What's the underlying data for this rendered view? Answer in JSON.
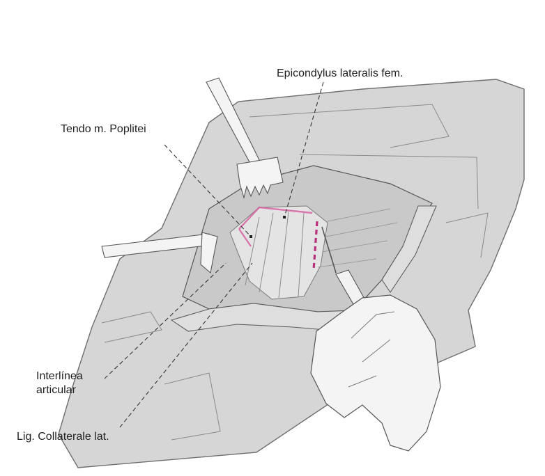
{
  "labels": {
    "epicondylus": "Epicondylus lateralis fem.",
    "tendo": "Tendo m. Poplitei",
    "interlinea_line1": "Interlínea",
    "interlinea_line2": "articular",
    "ligament": "Lig. Collaterale lat."
  },
  "colors": {
    "drape": "#d6d6d6",
    "drape_outline": "#6e6e6e",
    "wound": "#c9c9c9",
    "tissue": "#e4e4e4",
    "incision": "#d65a9c",
    "leader": "#333333"
  }
}
